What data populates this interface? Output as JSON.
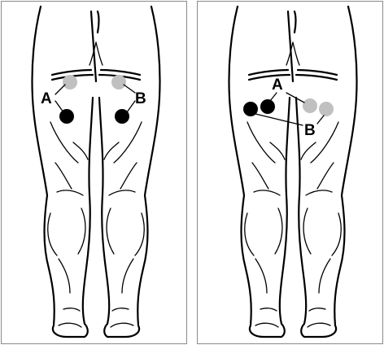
{
  "figure": {
    "left_panel": {
      "label_a": "A",
      "label_b": "B",
      "active_electrode_color": "#000000",
      "reference_electrode_color": "#c0c0c0"
    },
    "right_panel": {
      "label_a": "A",
      "label_b": "B",
      "active_electrode_color": "#000000",
      "reference_electrode_color": "#c0c0c0"
    }
  }
}
